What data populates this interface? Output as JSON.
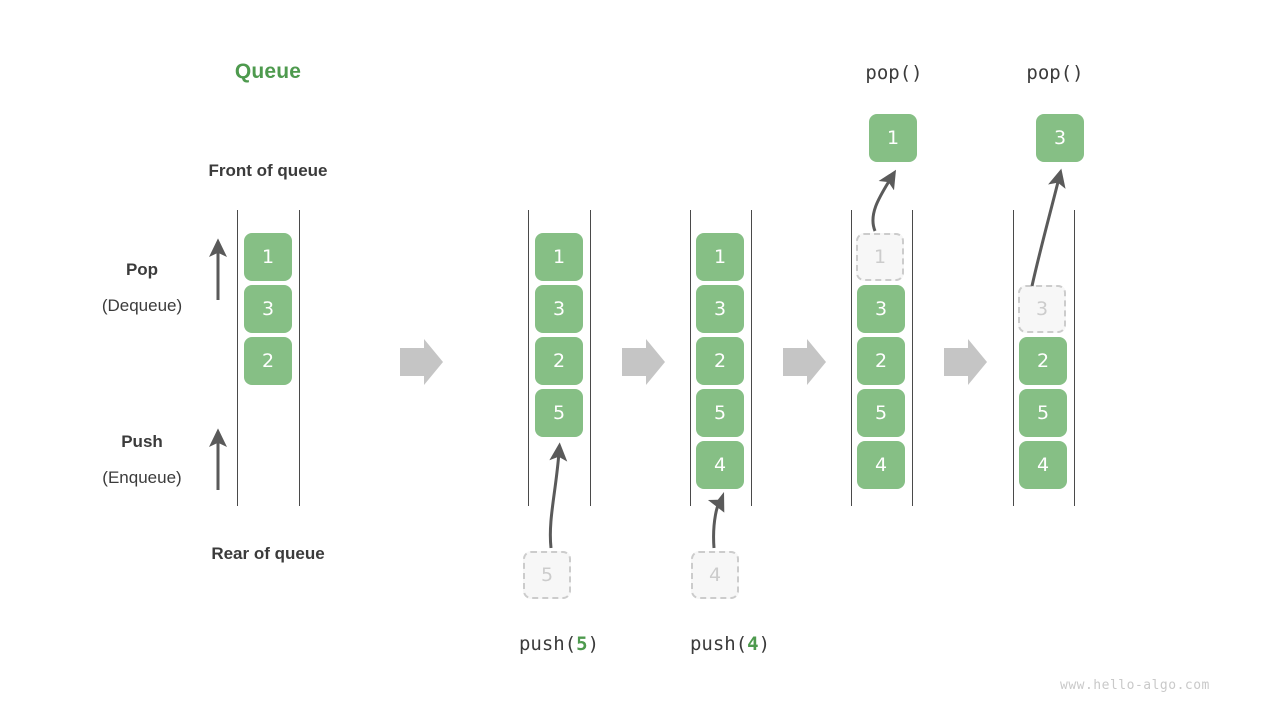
{
  "diagram": {
    "title": "Queue",
    "watermark": "www.hello-algo.com",
    "labels": {
      "front": "Front of queue",
      "rear": "Rear of queue",
      "pop_bold": "Pop",
      "pop_paren": "(Dequeue)",
      "push_bold": "Push",
      "push_paren": "(Enqueue)"
    },
    "colors": {
      "cell_green": "#86bf85",
      "title_green": "#4e9a4e",
      "ghost_fill": "#f7f7f7",
      "ghost_border": "#cccccc",
      "rail": "#4a4a4a",
      "flow_arrow": "#c5c5c5",
      "curve_arrow": "#5a5a5a",
      "text": "#3b3b3b",
      "watermark": "#c9c9c9"
    },
    "stages": [
      {
        "id": "stage-1",
        "name": "initial-queue",
        "op_label": null,
        "op_label_parts": null,
        "top_label": null,
        "popped_cell": null,
        "cells": [
          "1",
          "3",
          "2"
        ],
        "ghost": null
      },
      {
        "id": "stage-2",
        "name": "after-push-5",
        "op_label": "push(5)",
        "op_label_parts": {
          "pre": "push(",
          "num": "5",
          "post": ")"
        },
        "top_label": null,
        "popped_cell": null,
        "cells": [
          "1",
          "3",
          "2",
          "5"
        ],
        "ghost": {
          "value": "5",
          "position": "below"
        }
      },
      {
        "id": "stage-3",
        "name": "after-push-4",
        "op_label": "push(4)",
        "op_label_parts": {
          "pre": "push(",
          "num": "4",
          "post": ")"
        },
        "top_label": null,
        "popped_cell": null,
        "cells": [
          "1",
          "3",
          "2",
          "5",
          "4"
        ],
        "ghost": {
          "value": "4",
          "position": "below"
        }
      },
      {
        "id": "stage-4",
        "name": "after-pop-1",
        "op_label": null,
        "op_label_parts": null,
        "top_label": "pop()",
        "popped_cell": "1",
        "cells": [
          "3",
          "2",
          "5",
          "4"
        ],
        "ghost": {
          "value": "1",
          "position": "slot-0"
        }
      },
      {
        "id": "stage-5",
        "name": "after-pop-3",
        "op_label": null,
        "op_label_parts": null,
        "top_label": "pop()",
        "popped_cell": "3",
        "cells": [
          "2",
          "5",
          "4"
        ],
        "ghost": {
          "value": "3",
          "position": "slot-1"
        }
      }
    ],
    "flow_arrows": 4
  }
}
